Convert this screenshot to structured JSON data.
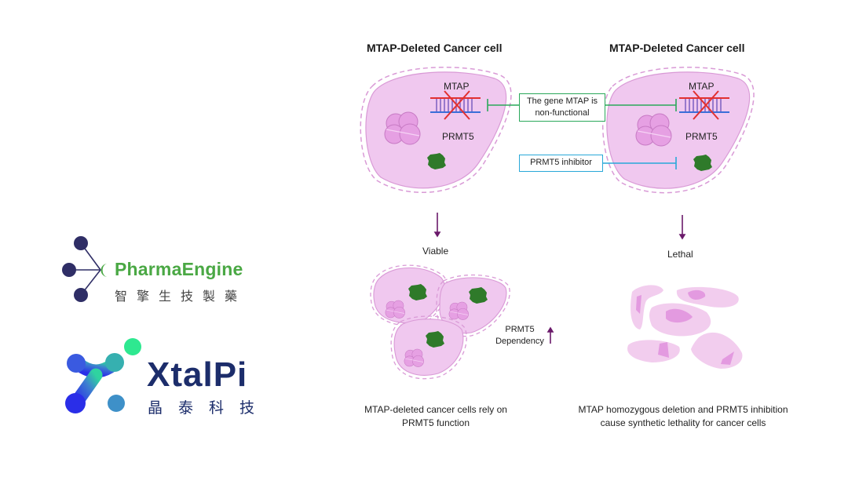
{
  "logos": {
    "pharmaengine": {
      "name": "PharmaEngine",
      "chinese": "智擎生技製藥",
      "color": "#4aa844",
      "node_color": "#2f2e66"
    },
    "xtalpi": {
      "name": "XtalPi",
      "chinese": "晶泰科技",
      "color": "#1c2d6b"
    }
  },
  "diagram": {
    "left_cell": {
      "title": "MTAP-Deleted Cancer cell",
      "gene_label": "MTAP",
      "protein_label": "PRMT5"
    },
    "right_cell": {
      "title": "MTAP-Deleted Cancer cell",
      "gene_label": "MTAP",
      "protein_label": "PRMT5"
    },
    "gene_box": {
      "text_line1": "The gene MTAP is",
      "text_line2": "non-functional",
      "color": "#2aa85a"
    },
    "inhibitor_box": {
      "text": "PRMT5 inhibitor",
      "color": "#29a8d8"
    },
    "left_outcome": {
      "label": "Viable",
      "dependency_line1": "PRMT5",
      "dependency_line2": "Dependency",
      "caption_line1": "MTAP-deleted cancer cells rely on",
      "caption_line2": "PRMT5 function"
    },
    "right_outcome": {
      "label": "Lethal",
      "caption_line1": "MTAP homozygous deletion and PRMT5 inhibition",
      "caption_line2": "cause synthetic lethality for cancer cells"
    },
    "colors": {
      "cell_fill": "#f0c8ef",
      "cell_stroke": "#d99ad6",
      "nucleus_fill": "#e39ae0",
      "protein_green": "#2f7a2a",
      "arrow": "#6b1a6b",
      "dna_red": "#e23030",
      "dna_blue": "#3a6ed8"
    }
  }
}
